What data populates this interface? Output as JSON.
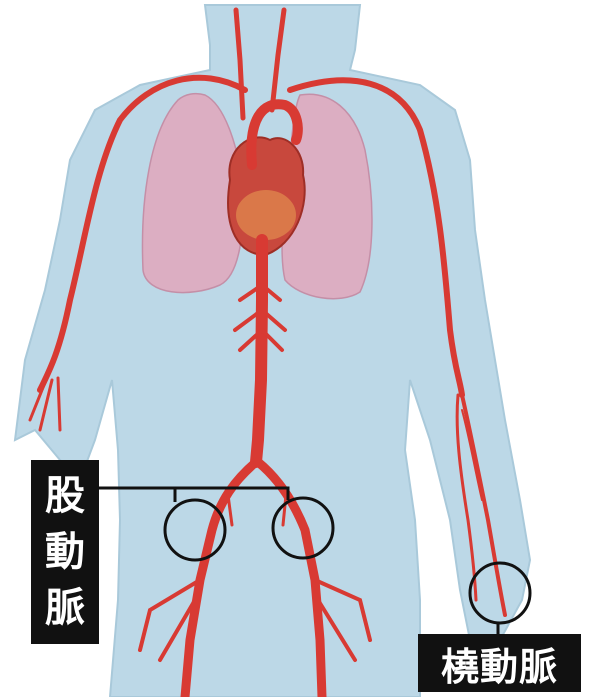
{
  "labels": {
    "femoral_artery": [
      "股",
      "動",
      "脈"
    ],
    "radial_artery": "橈動脈"
  },
  "colors": {
    "skin": "#b9d6e6",
    "artery": "#d93a35",
    "lung": "#d9a9bd",
    "heart": "#c9453c",
    "label_bg": "#111111",
    "label_text": "#ffffff",
    "callout": "#111111"
  }
}
